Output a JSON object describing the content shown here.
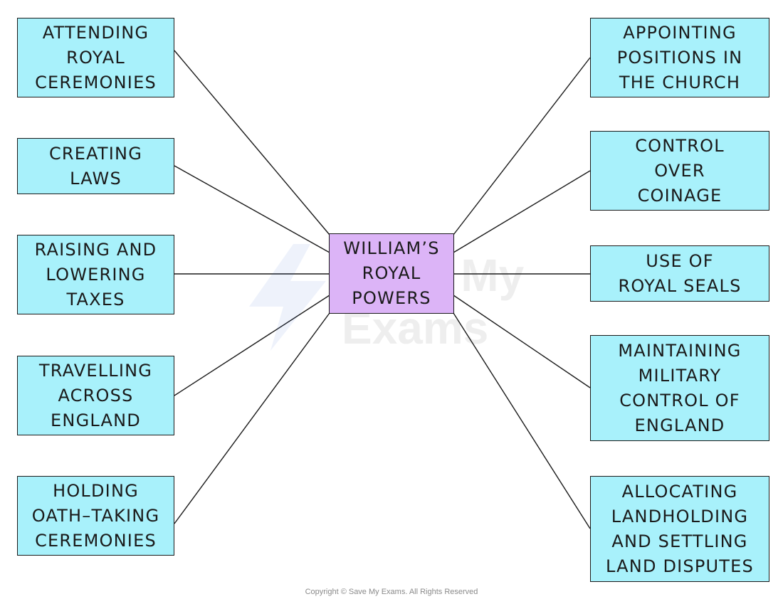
{
  "hub": {
    "label": "WILLIAM’S\nROYAL\nPOWERS"
  },
  "left_nodes": [
    {
      "id": "attending-royal-ceremonies",
      "label": "ATTENDING\nROYAL\nCEREMONIES"
    },
    {
      "id": "creating-laws",
      "label": "CREATING\nLAWS"
    },
    {
      "id": "raising-lowering-taxes",
      "label": "RAISING AND\nLOWERING\nTAXES"
    },
    {
      "id": "travelling-across-england",
      "label": "TRAVELLING\nACROSS\nENGLAND"
    },
    {
      "id": "holding-oath-taking-ceremonies",
      "label": "HOLDING\nOATH–TAKING\nCEREMONIES"
    }
  ],
  "right_nodes": [
    {
      "id": "appointing-church-positions",
      "label": "APPOINTING\nPOSITIONS IN\nTHE CHURCH"
    },
    {
      "id": "control-over-coinage",
      "label": "CONTROL\nOVER\nCOINAGE"
    },
    {
      "id": "use-of-royal-seals",
      "label": "USE OF\nROYAL SEALS"
    },
    {
      "id": "maintaining-military-control",
      "label": "MAINTAINING\nMILITARY\nCONTROL OF\nENGLAND"
    },
    {
      "id": "allocating-landholding",
      "label": "ALLOCATING\nLANDHOLDING\nAND SETTLING\nLAND DISPUTES"
    }
  ],
  "colors": {
    "leaf_fill": "#a8f1fb",
    "hub_fill": "#dcb4f7",
    "stroke": "#1a1a1a"
  },
  "watermark": {
    "line1": "Save My",
    "line2": "Exams"
  },
  "copyright": "Copyright © Save My Exams. All Rights Reserved"
}
